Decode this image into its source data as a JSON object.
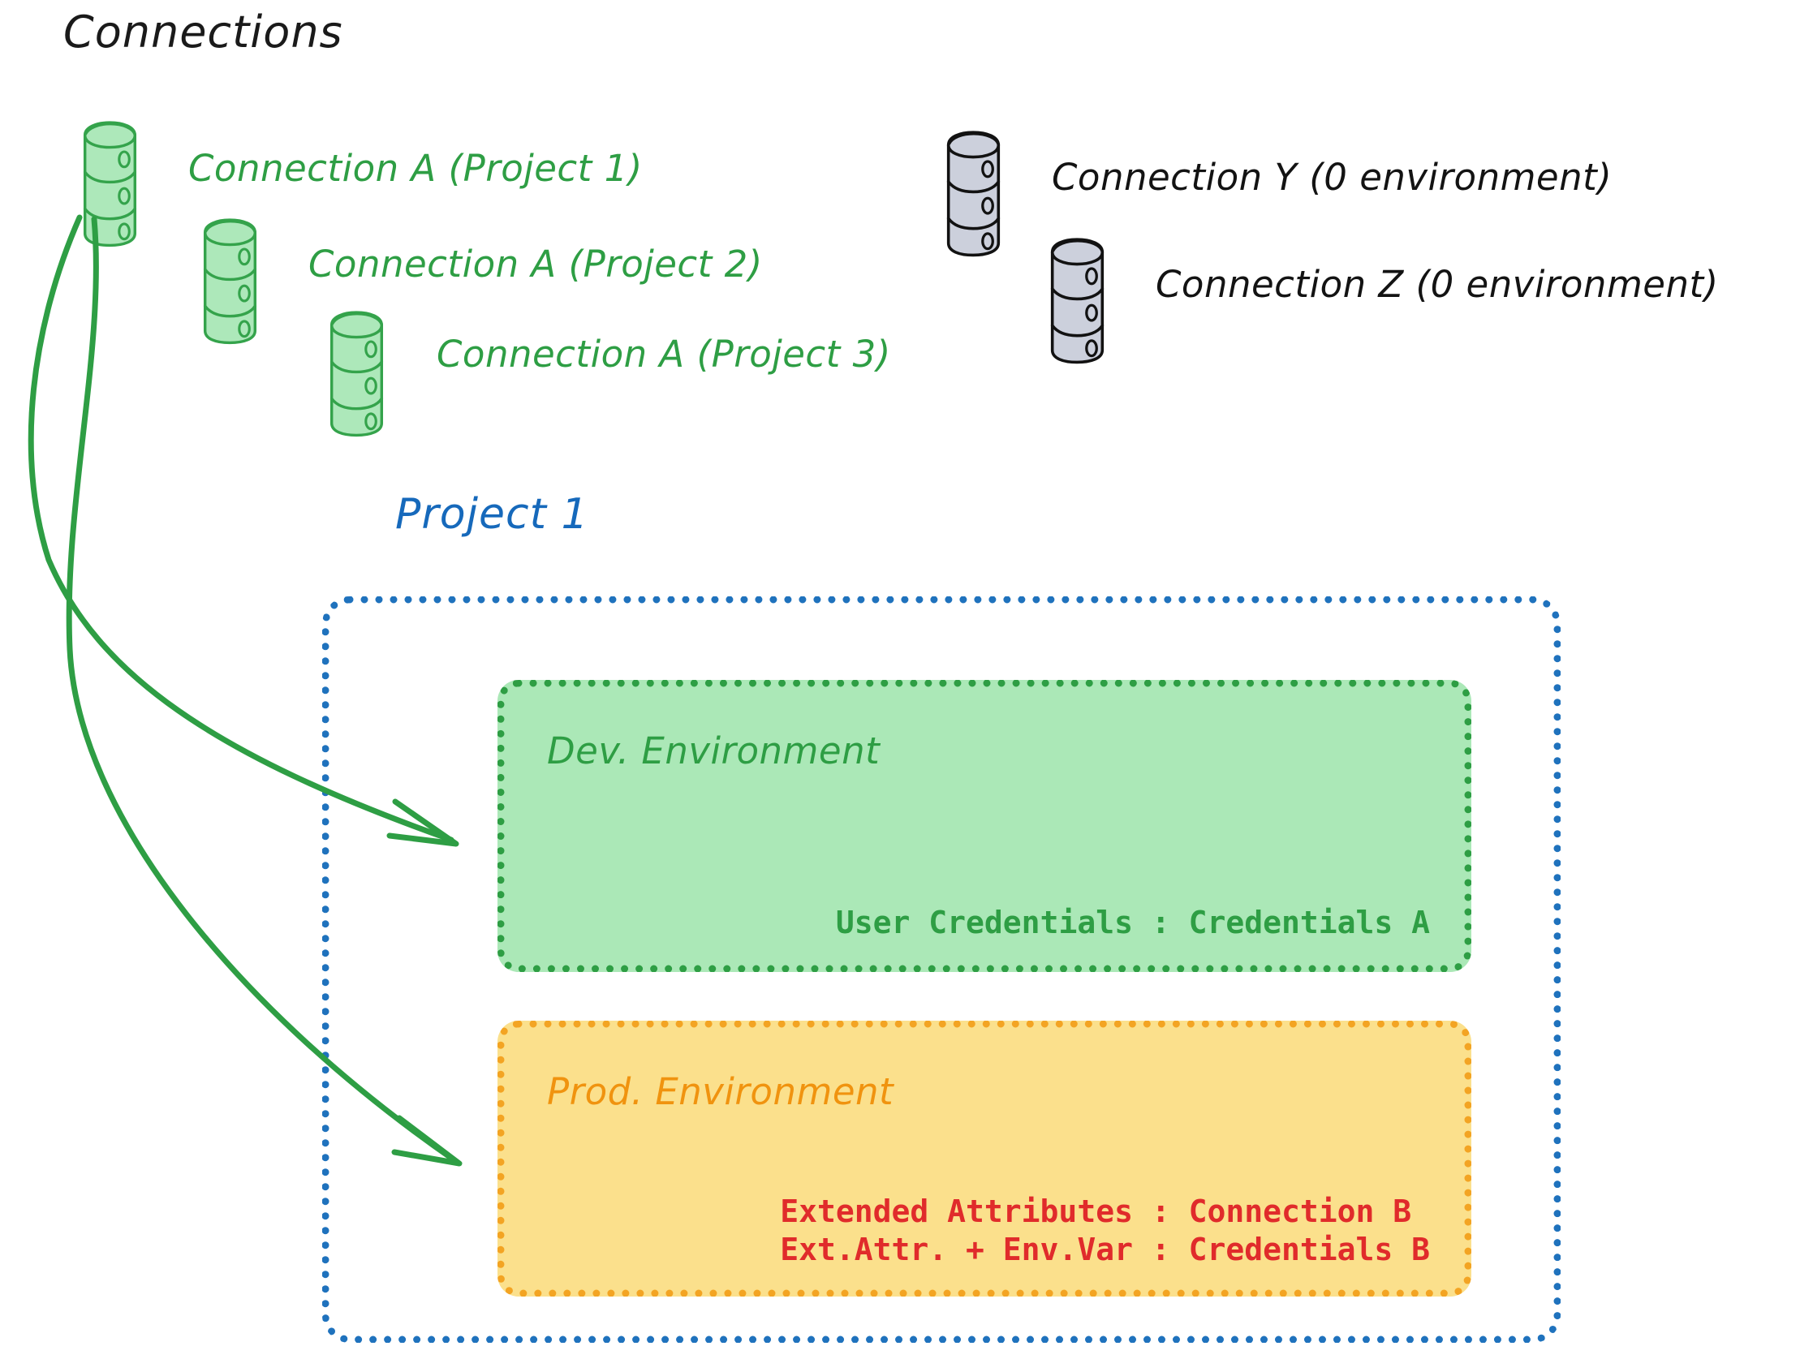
{
  "diagram": {
    "title": "Connections",
    "project_title": "Project 1",
    "colors": {
      "green_stroke": "#2e9e44",
      "green_fill": "#ABE8B7",
      "orange_stroke": "#F3A423",
      "orange_fill": "#FBE08C",
      "orange_text": "#F0930F",
      "blue": "#1f72bd",
      "blue_text": "#1669bb",
      "red_text": "#E02B2B",
      "gray_fill": "#CCD0DC",
      "black": "#131313"
    },
    "connections": [
      {
        "label": "Connection A (Project 1)",
        "style": "green",
        "icon": "database-icon"
      },
      {
        "label": "Connection A (Project 2)",
        "style": "green",
        "icon": "database-icon"
      },
      {
        "label": "Connection A (Project 3)",
        "style": "green",
        "icon": "database-icon"
      },
      {
        "label": "Connection Y (0 environment)",
        "style": "gray",
        "icon": "database-icon"
      },
      {
        "label": "Connection Z (0 environment)",
        "style": "gray",
        "icon": "database-icon"
      }
    ],
    "environments": [
      {
        "name": "Dev. Environment",
        "style": "green",
        "details": [
          "User Credentials : Credentials A"
        ]
      },
      {
        "name": "Prod. Environment",
        "style": "orange",
        "details": [
          "Extended Attributes : Connection B",
          "Ext.Attr. + Env.Var : Credentials B"
        ]
      }
    ],
    "arrows": [
      {
        "from": "Connection A (Project 1)",
        "to": "Dev. Environment"
      },
      {
        "from": "Connection A (Project 1)",
        "to": "Prod. Environment"
      }
    ]
  }
}
